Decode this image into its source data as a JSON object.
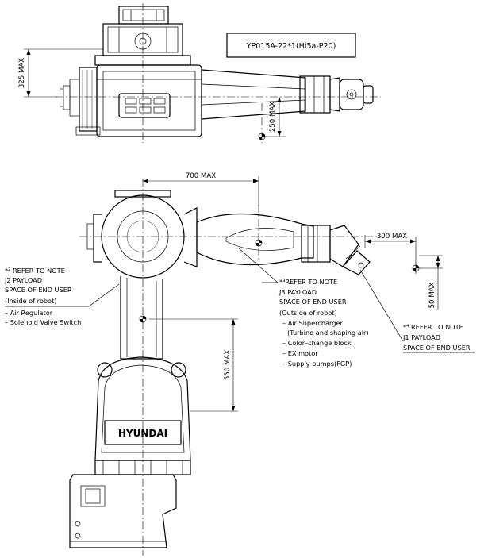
{
  "model_label": "YP015A-22*1(Hi5a-P20)",
  "brand": "HYUNDAI",
  "dimensions": {
    "d325": "325 MAX",
    "d250": "250 MAX",
    "d700": "700 MAX",
    "d300": "300 MAX",
    "d50": "50 MAX",
    "d550": "550 MAX"
  },
  "notes": {
    "j2": {
      "refer": "*² REFER TO NOTE",
      "payload": "J2 PAYLOAD",
      "space": "SPACE OF END USER",
      "location": "(Inside of robot)",
      "items": [
        "– Air Regulator",
        "– Solenoid Valve Switch"
      ]
    },
    "j3": {
      "refer": "*³REFER TO NOTE",
      "payload": "J3 PAYLOAD",
      "space": "SPACE OF END USER",
      "location": "(Outside of robot)",
      "items": [
        "– Air Supercharger",
        "(Turbine and shaping air)",
        "– Color–change block",
        "– EX motor",
        "– Supply pumps(FGP)"
      ]
    },
    "j1": {
      "refer": "*⁴ REFER TO NOTE",
      "payload": "J1 PAYLOAD",
      "space": "SPACE OF END USER"
    }
  }
}
